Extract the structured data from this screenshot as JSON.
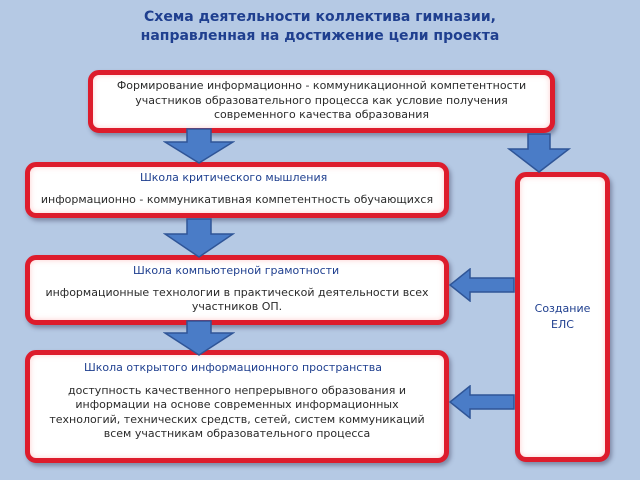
{
  "title": {
    "line1": "Схема деятельности коллектива гимназии,",
    "line2": "направленная на достижение цели проекта"
  },
  "nodes": [
    {
      "id": "top",
      "text": "Формирование информационно - коммуникационной компетентности участников образовательного процесса как условие получения современного качества образования"
    },
    {
      "id": "critical",
      "title": "Школа критического мышления",
      "text": "информационно - коммуникативная компетентность обучающихся"
    },
    {
      "id": "computer",
      "title": "Школа компьютерной грамотности",
      "text": "информационные технологии в практической деятельности всех участников ОП."
    },
    {
      "id": "open",
      "title": "Школа открытого информационного пространства",
      "text": "доступность качественного непрерывного образования и информации на основе современных информационных технологий, технических средств, сетей, систем коммуникаций всем участникам образовательного процесса"
    },
    {
      "id": "els",
      "line1": "Создание",
      "line2": "ЕЛС"
    }
  ],
  "colors": {
    "background": "#b5c9e4",
    "box_border": "#dd1c2c",
    "title_text": "#1f3f8f",
    "arrow_fill": "#4a7cc7",
    "arrow_stroke": "#2f5597"
  }
}
